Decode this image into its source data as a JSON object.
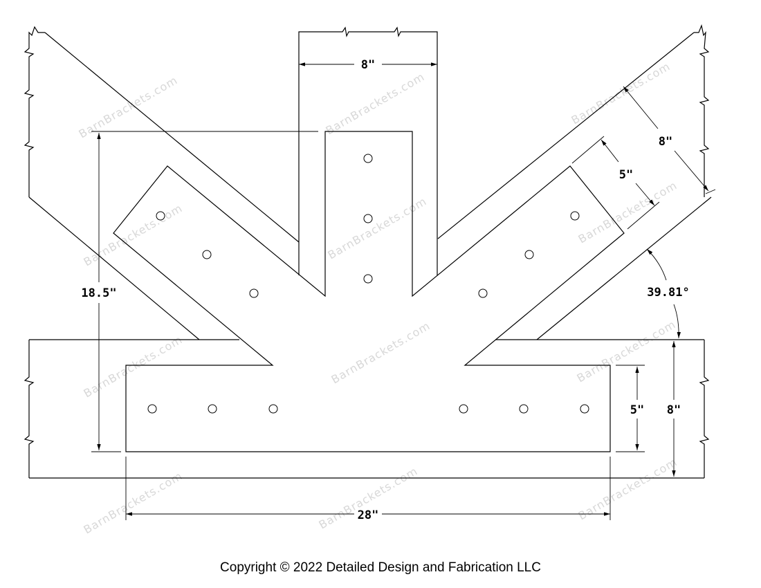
{
  "drawing": {
    "dimensions": {
      "post_width": "8\"",
      "overall_height": "18.5\"",
      "overall_width": "28\"",
      "brace_timber_width": "8\"",
      "brace_plate_width": "5\"",
      "beam_plate_width": "5\"",
      "beam_timber_width": "8\"",
      "brace_angle": "39.81°"
    },
    "watermark": "BarnBrackets.com",
    "hole_count": 15
  },
  "footer": {
    "copyright": "Copyright © 2022 Detailed Design and Fabrication LLC"
  }
}
